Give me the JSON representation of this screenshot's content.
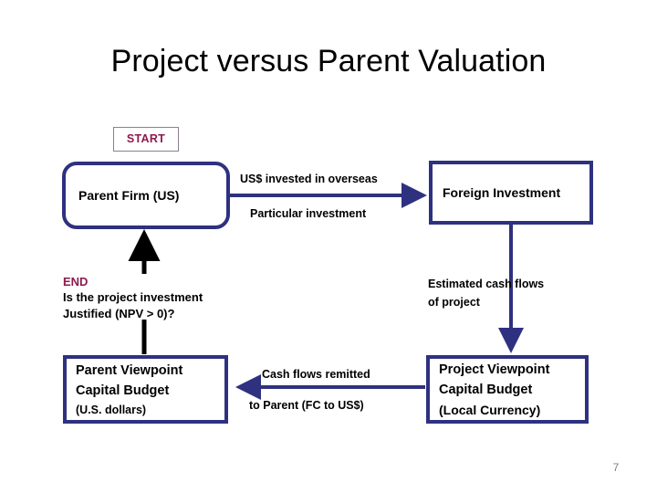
{
  "slide": {
    "title": "Project versus Parent Valuation",
    "page_number": "7",
    "accent_color": "#2e3180",
    "marker_color": "#8d1a4e",
    "page_number_color": "#808080"
  },
  "nodes": {
    "start_badge": {
      "label": "START"
    },
    "parent_firm": {
      "label": "Parent Firm (US)"
    },
    "foreign_investment": {
      "label": "Foreign Investment"
    },
    "parent_viewpoint": {
      "line1": "Parent Viewpoint",
      "line2": "Capital Budget",
      "line3": "(U.S. dollars)"
    },
    "project_viewpoint": {
      "line1": "Project Viewpoint",
      "line2": "Capital Budget",
      "line3": "(Local Currency)"
    }
  },
  "edges": {
    "invest_out": {
      "line1": "US$ invested in overseas",
      "line2": "Particular investment"
    },
    "estimated_cash_flows": {
      "line1": "Estimated cash flows",
      "line2": "of project"
    },
    "cash_flows_remitted": {
      "line1": "Cash flows remitted",
      "line2": "to Parent (FC to US$)"
    }
  },
  "annotations": {
    "end_block": {
      "heading": "END",
      "line1": "Is the project investment",
      "line2": "Justified (NPV > 0)?"
    }
  }
}
